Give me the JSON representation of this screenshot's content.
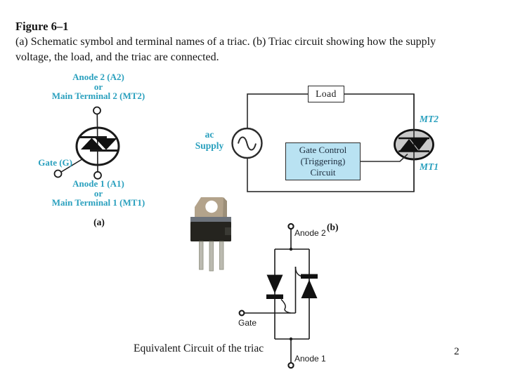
{
  "header": {
    "title": "Figure 6–1",
    "caption_line1": "(a) Schematic symbol and terminal names of a triac. (b) Triac circuit showing how the supply",
    "caption_line2": "voltage, the load, and the triac are connected."
  },
  "colors": {
    "label_cyan": "#2AA0BE",
    "gate_box_fill": "#B9E2F2",
    "triac_body_fill": "#C9C9C9",
    "line_black": "#1a1a1a"
  },
  "diagram_a": {
    "part_label": "(a)",
    "top_terminal_line1": "Anode 2 (A2)",
    "top_terminal_line2": "or",
    "top_terminal_line3": "Main Terminal 2 (MT2)",
    "gate_label": "Gate (G)",
    "bottom_terminal_line1": "Anode 1 (A1)",
    "bottom_terminal_line2": "or",
    "bottom_terminal_line3": "Main Terminal 1 (MT1)"
  },
  "circuit_b": {
    "part_label": "(b)",
    "load_label": "Load",
    "supply_line1": "ac",
    "supply_line2": "Supply",
    "gate_box_lines": [
      "Gate Control",
      "(Triggering)",
      "Circuit"
    ],
    "mt2_label": "MT2",
    "mt1_label": "MT1"
  },
  "equivalent_circuit": {
    "anode2_label": "Anode 2",
    "gate_label": "Gate",
    "anode1_label": "Anode 1",
    "caption": "Equivalent Circuit of the triac"
  },
  "footer": {
    "page_number": "2"
  }
}
